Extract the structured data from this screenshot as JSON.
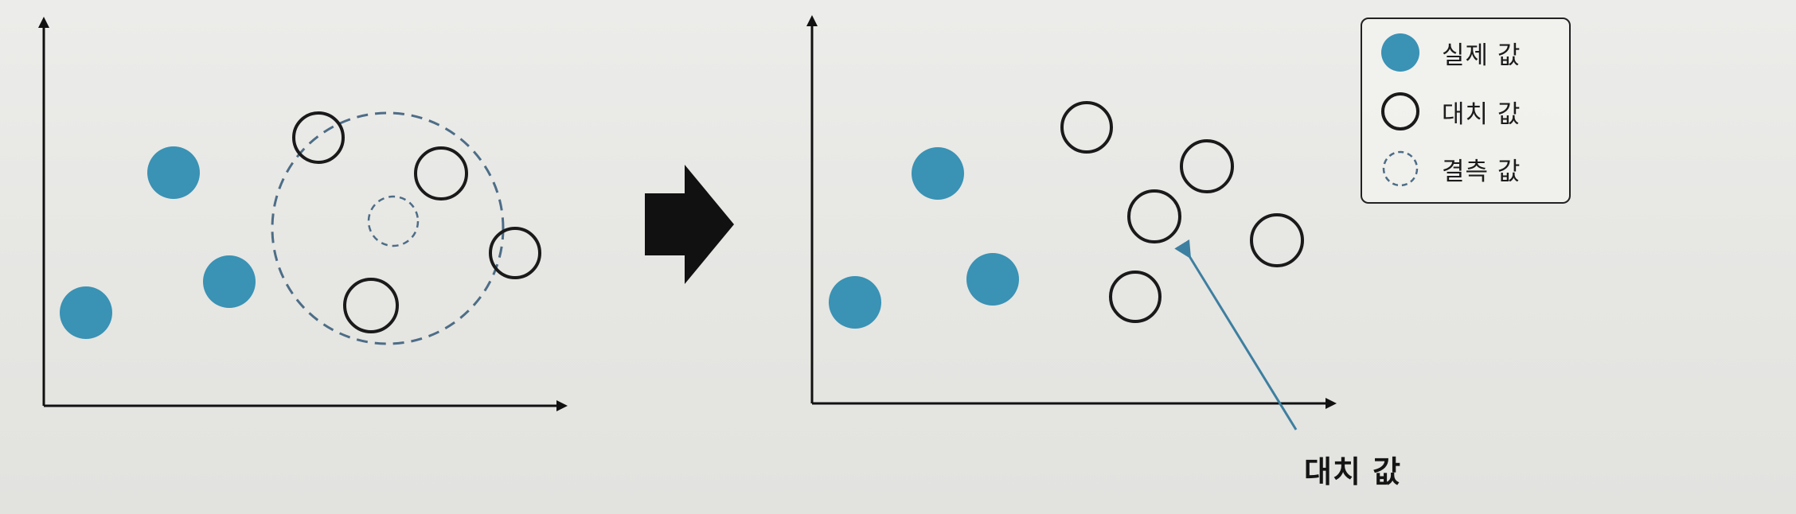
{
  "colors": {
    "actual": "#3a92b4",
    "imputed_stroke": "#1a1a1a",
    "missing_stroke": "#4d6d86",
    "arrow": "#111111",
    "callout_arrow": "#3d7fa0"
  },
  "legend": {
    "items": [
      {
        "key": "actual",
        "label": "실제 값"
      },
      {
        "key": "imputed",
        "label": "대치 값"
      },
      {
        "key": "missing",
        "label": "결측 값"
      }
    ]
  },
  "callout": {
    "label": "대치 값"
  }
}
